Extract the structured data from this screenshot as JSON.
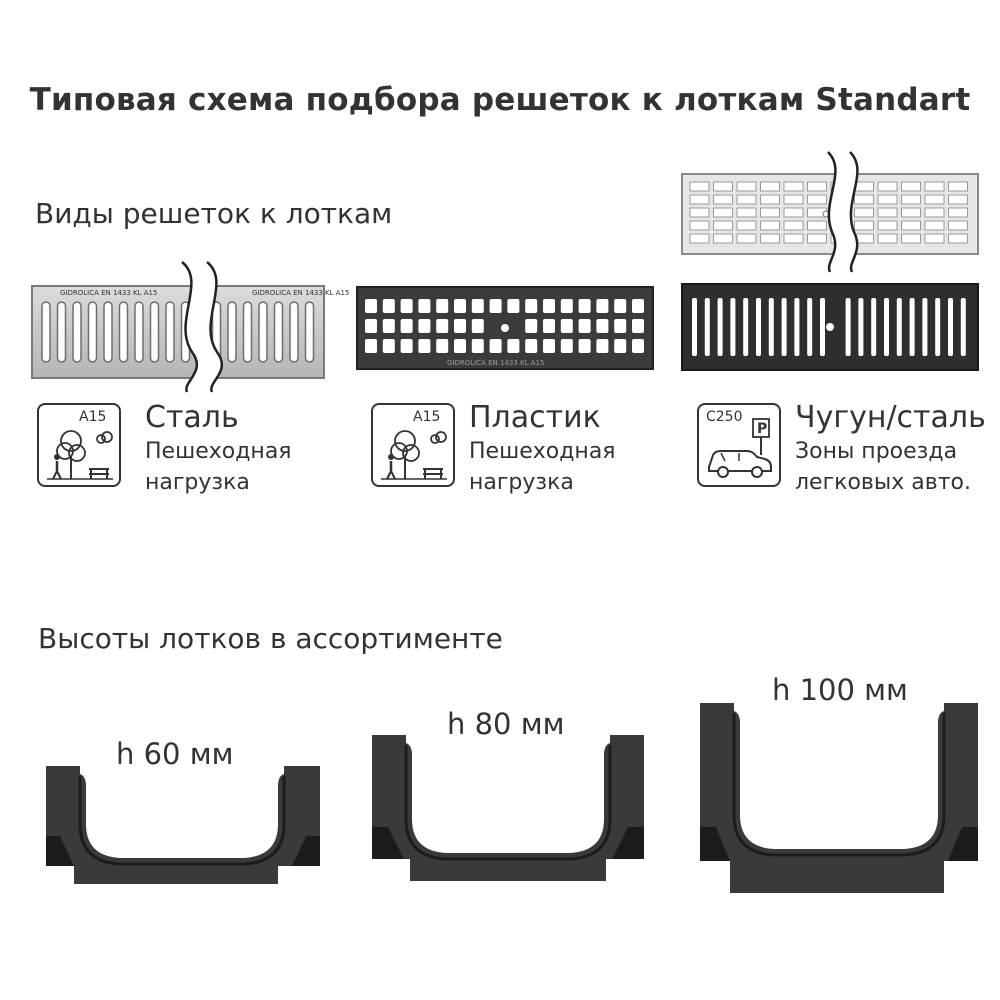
{
  "title": "Типовая схема подбора решеток к лоткам Standart",
  "grates_section": {
    "heading": "Виды решеток к лоткам",
    "items": [
      {
        "id": "steel",
        "name": "Сталь",
        "desc_line1": "Пешеходная",
        "desc_line2": "нагрузка",
        "load_class": "A15",
        "icon": "pedestrian-park-icon",
        "marking": "GIDROLICA EN 1433 KL A15",
        "marking_repeat": "GIDROLICA EN 1433 KL A15"
      },
      {
        "id": "plastic",
        "name": "Пластик",
        "desc_line1": "Пешеходная",
        "desc_line2": "нагрузка",
        "load_class": "A15",
        "icon": "pedestrian-park-icon",
        "marking": "GIDROLICA EN 1433 KL A15"
      },
      {
        "id": "cast-iron-steel",
        "name": "Чугун/сталь",
        "desc_line1": "Зоны проезда",
        "desc_line2": "легковых авто.",
        "load_class": "C250",
        "icon": "car-parking-icon",
        "parking_letter": "P"
      }
    ]
  },
  "heights_section": {
    "heading": "Высоты лотков в ассортименте",
    "items": [
      {
        "id": "h60",
        "label": "h 60 мм",
        "height_mm": 60
      },
      {
        "id": "h80",
        "label": "h 80 мм",
        "height_mm": 80
      },
      {
        "id": "h100",
        "label": "h 100 мм",
        "height_mm": 100
      }
    ]
  },
  "colors": {
    "text": "#333333",
    "channel": "#3a3a3a",
    "channel_dark": "#1c1c1c",
    "steel_grate": "#c9c9c9",
    "plastic_grate": "#3b3b3b",
    "cast_iron": "#2e2e2e",
    "badge_border": "#333333"
  }
}
